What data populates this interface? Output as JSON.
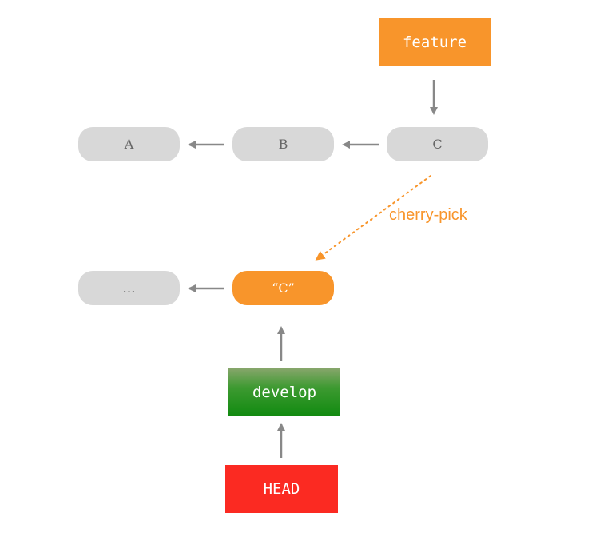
{
  "colors": {
    "accent": "#f8952b",
    "commit_fill": "#d8d8d8",
    "commit_text": "#666666",
    "arrow": "#888888",
    "develop_top": "#87a66b",
    "develop_bottom": "#118a10",
    "head": "#fb2a22"
  },
  "refs": {
    "feature": "feature",
    "develop": "develop",
    "head": "HEAD"
  },
  "commits": {
    "row1": [
      "A",
      "B",
      "C"
    ],
    "row2": [
      "…",
      "“C”"
    ]
  },
  "labels": {
    "cherry_pick": "cherry-pick"
  },
  "links": [
    {
      "from": "feature",
      "to": "C"
    },
    {
      "from": "C",
      "to": "B"
    },
    {
      "from": "B",
      "to": "A"
    },
    {
      "from": "C",
      "to": "“C”",
      "style": "dotted",
      "label": "cherry-pick"
    },
    {
      "from": "“C”",
      "to": "…"
    },
    {
      "from": "develop",
      "to": "“C”"
    },
    {
      "from": "HEAD",
      "to": "develop"
    }
  ]
}
